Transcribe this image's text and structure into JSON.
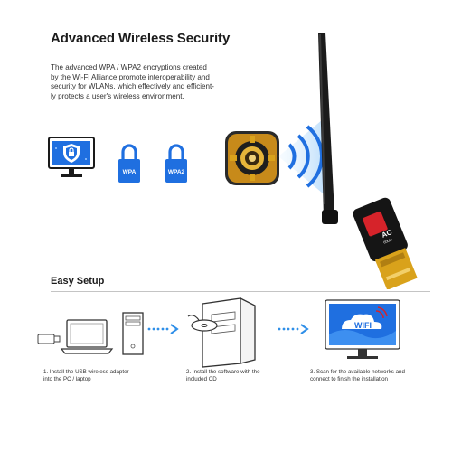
{
  "security": {
    "title": "Advanced Wireless Security",
    "body_lines": [
      "The advanced WPA / WPA2 encryptions created",
      "by the Wi-Fi Alliance promote interoperability and",
      "security for WLANs, which effectively and efficient-",
      "ly protects a user's wireless environment."
    ],
    "locks": [
      "WPA",
      "WPA2"
    ]
  },
  "adapter": {
    "badge": "AC",
    "badge_sub": "600M"
  },
  "setup": {
    "title": "Easy Setup",
    "wifi_label": "WIFI",
    "steps": [
      {
        "lines": [
          "1. Install the USB wireless adapter",
          "into the PC / laptop"
        ]
      },
      {
        "lines": [
          "2. Install the software with the",
          "included CD"
        ]
      },
      {
        "lines": [
          "3. Scan for the available networks and",
          "connect to finish the installation"
        ]
      }
    ]
  },
  "colors": {
    "accent_blue": "#1f6fe0",
    "arrow_blue": "#2f8fe8",
    "adapter_red": "#d6232a",
    "usb_gold": "#d9a21b"
  },
  "icons": [
    "shield-lock-monitor-icon",
    "padlock-icon",
    "router-gear-icon",
    "wifi-waves-icon",
    "antenna-icon",
    "usb-dongle-icon",
    "laptop-icon",
    "desktop-tower-icon",
    "cd-drive-icon",
    "wifi-monitor-icon",
    "dotted-arrow-icon"
  ]
}
